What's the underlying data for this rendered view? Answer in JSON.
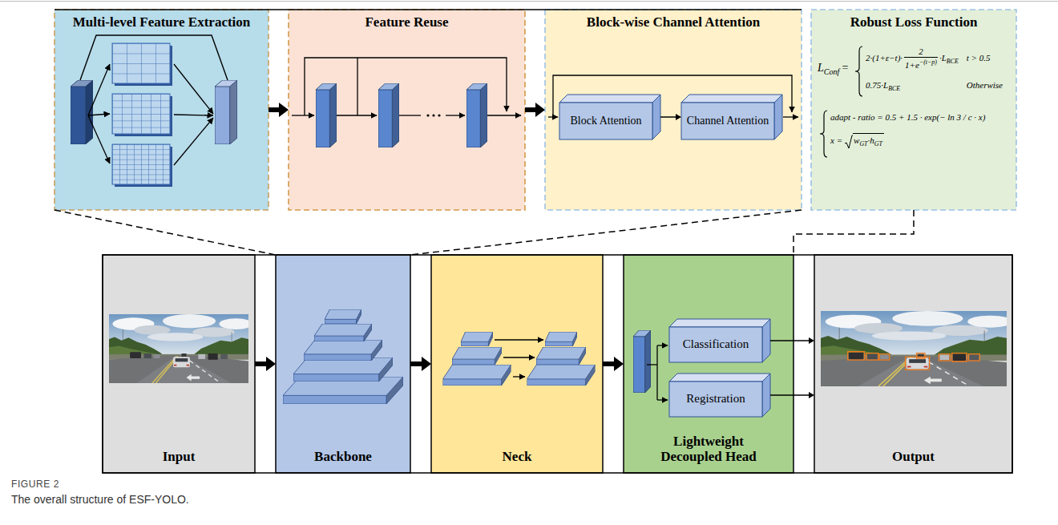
{
  "diagram": {
    "caption": "The overall structure of ESF-YOLO.",
    "nodes": [
      {
        "text": [
          "Multi-level Feature Extraction"
        ]
      },
      {
        "text": [
          "Feature Reuse"
        ]
      },
      {
        "text": [
          "Block-wise Channel Attention"
        ]
      },
      {
        "text": [
          "Block Attention"
        ],
        "in": 2
      },
      {
        "text": [
          "Channel Attention"
        ],
        "in": 2
      },
      {
        "text": [
          "Robust Loss Function"
        ]
      },
      {
        "text": [
          "Input"
        ]
      },
      {
        "text": [
          "Backbone"
        ]
      },
      {
        "text": [
          "Neck"
        ]
      },
      {
        "text": [
          "Lightweight Decoupled Head"
        ]
      },
      {
        "text": [
          "Classification"
        ],
        "in": 9
      },
      {
        "text": [
          "Registration"
        ],
        "in": 9
      },
      {
        "text": [
          "Output"
        ]
      }
    ],
    "edges": [
      {
        "from": 0,
        "to": 1,
        "arrow": "to"
      },
      {
        "from": 1,
        "to": 2,
        "arrow": "to"
      },
      {
        "from": 3,
        "to": 4,
        "arrow": "to"
      },
      {
        "from": 6,
        "to": 7,
        "arrow": "to"
      },
      {
        "from": 7,
        "to": 8,
        "arrow": "to"
      },
      {
        "from": 8,
        "to": 9,
        "arrow": "to"
      },
      {
        "from": 10,
        "to": 12,
        "arrow": "to"
      },
      {
        "from": 11,
        "to": 12,
        "arrow": "to"
      }
    ],
    "labels": [
      "FIGURE 2",
      "L",
      "Conf",
      "=",
      "2·(1+ε−t)·",
      "2",
      "1+e",
      "−(t−p)",
      "·L",
      "BCE",
      "t > 0.5",
      "0.75·L",
      "BCE",
      "Otherwise",
      "adapt - ratio = 0.5 + 1.5 · exp(− ln 3 / c · x)",
      "x =",
      "w",
      "GT",
      "·h",
      "GT"
    ]
  }
}
